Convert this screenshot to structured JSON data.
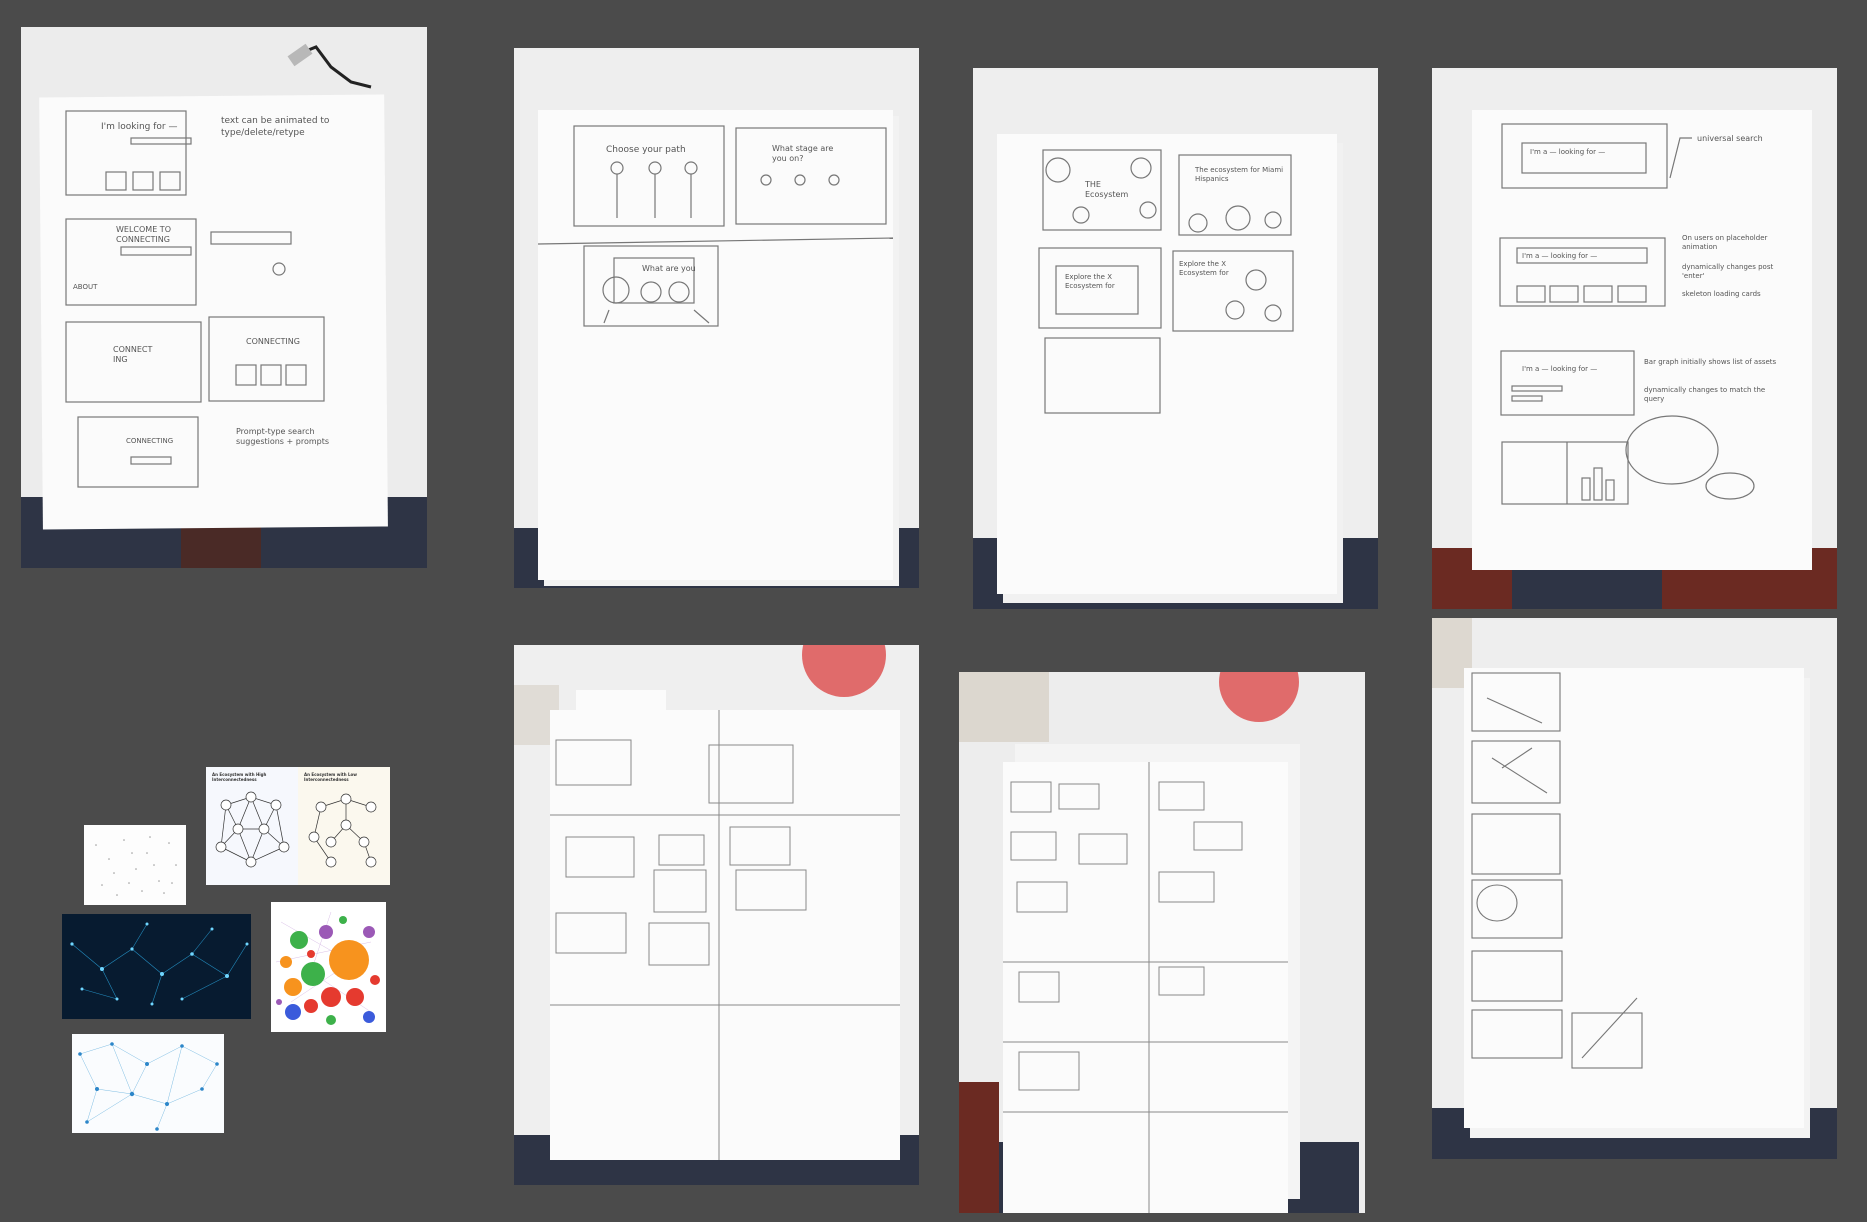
{
  "canvas": {
    "background": "#4b4b4b"
  },
  "photos": [
    {
      "id": "sketch-1",
      "texts": [
        "I'm looking for —",
        "text can be animated to type/delete/retype",
        "WELCOME TO CONNECTING",
        "ABOUT",
        "CONNECT ING",
        "CONNECTING",
        "CONNECTING",
        "Prompt-type search suggestions + prompts"
      ]
    },
    {
      "id": "sketch-2",
      "texts": [
        "Choose your path",
        "What stage are you on?",
        "What are you"
      ]
    },
    {
      "id": "sketch-3",
      "texts": [
        "THE Ecosystem",
        "The ecosystem for Miami Hispanics",
        "Explore the X Ecosystem for",
        "Explore the X Ecosystem for"
      ]
    },
    {
      "id": "sketch-4",
      "texts": [
        "I'm a — looking for —",
        "universal search",
        "I'm a — looking for —",
        "On users on placeholder animation",
        "dynamically changes post 'enter'",
        "skeleton loading cards",
        "I'm a — looking for —",
        "Bar graph initially shows list of assets",
        "dynamically changes to match the query"
      ]
    }
  ],
  "thumbnails": [
    {
      "id": "thumb-network-light-a",
      "title": "An Ecosystem with High Interconnectedness"
    },
    {
      "id": "thumb-network-light-b",
      "title": "An Ecosystem with Low Interconnectedness"
    }
  ]
}
